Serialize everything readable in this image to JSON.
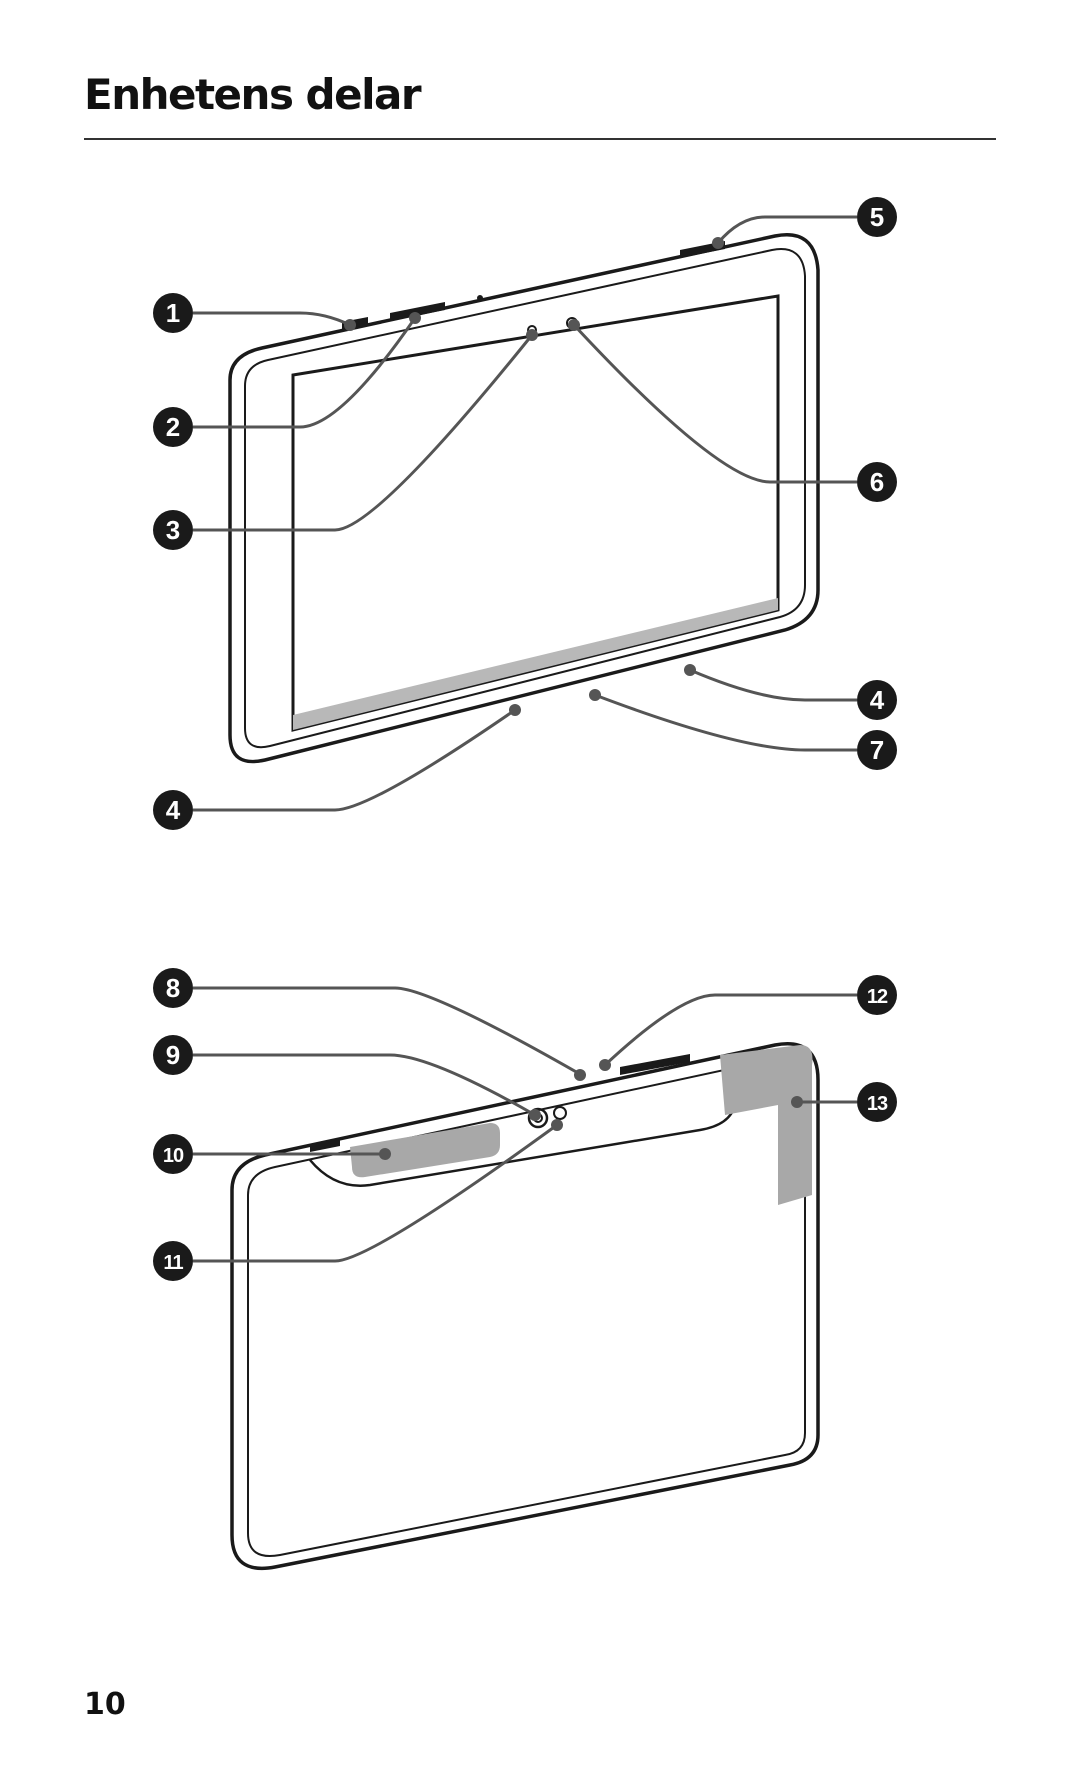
{
  "page": {
    "title": "Enhetens delar",
    "number": "10"
  },
  "front_view": {
    "callouts": [
      {
        "id": "c1",
        "label": "1"
      },
      {
        "id": "c2",
        "label": "2"
      },
      {
        "id": "c3",
        "label": "3"
      },
      {
        "id": "c4a",
        "label": "4"
      },
      {
        "id": "c5",
        "label": "5"
      },
      {
        "id": "c6",
        "label": "6"
      },
      {
        "id": "c4b",
        "label": "4"
      },
      {
        "id": "c7",
        "label": "7"
      }
    ]
  },
  "back_view": {
    "callouts": [
      {
        "id": "c8",
        "label": "8"
      },
      {
        "id": "c9",
        "label": "9"
      },
      {
        "id": "c10",
        "label": "10"
      },
      {
        "id": "c11",
        "label": "11"
      },
      {
        "id": "c12",
        "label": "12"
      },
      {
        "id": "c13",
        "label": "13"
      }
    ]
  },
  "colors": {
    "ink": "#1a1a1a",
    "leader": "#555555",
    "highlight": "#a8a8a8"
  }
}
